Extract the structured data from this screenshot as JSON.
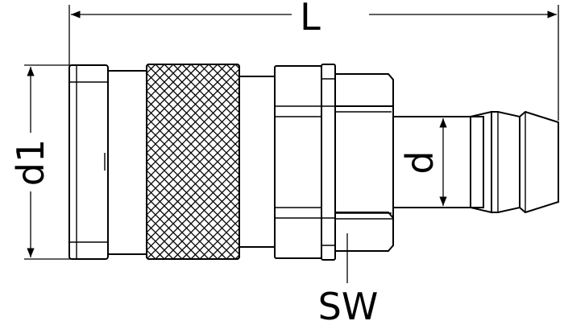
{
  "labels": {
    "length": "L",
    "outer_diameter": "d1",
    "hose_diameter": "d",
    "wrench_size": "SW"
  }
}
